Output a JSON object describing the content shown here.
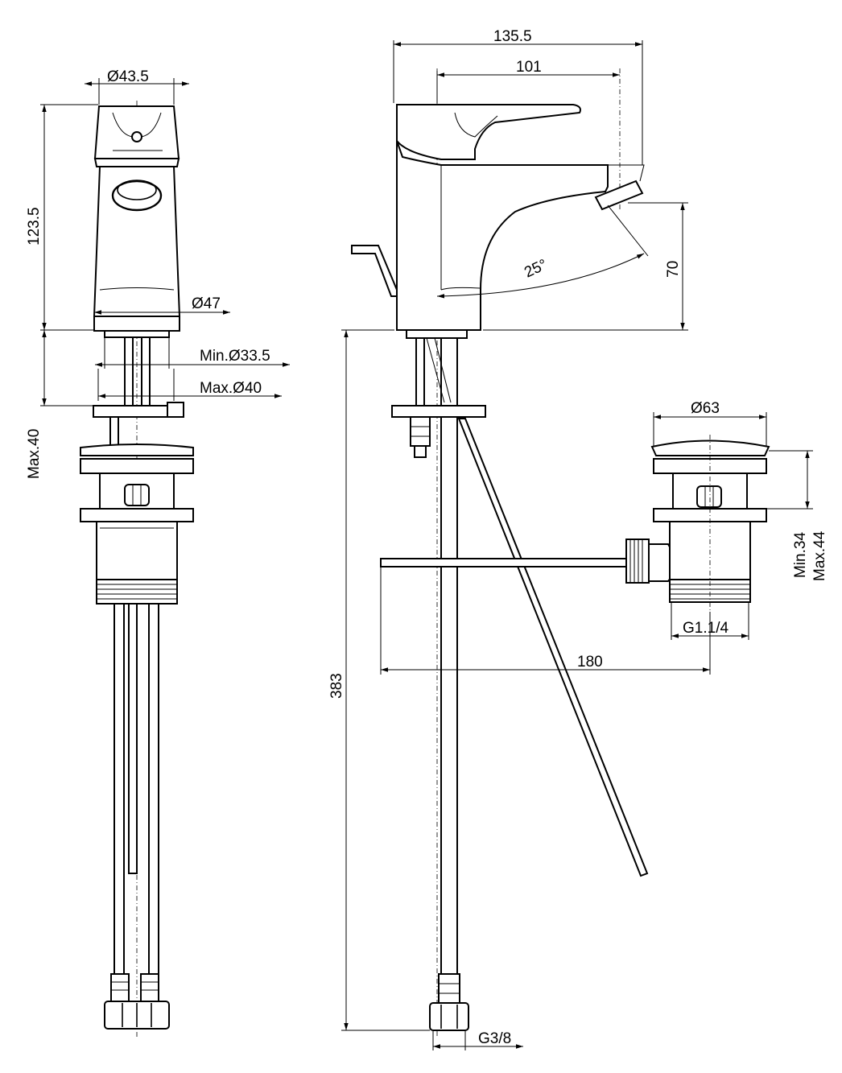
{
  "dimensions": {
    "front_top_diameter": "Ø43.5",
    "front_height": "123.5",
    "front_body_diameter": "Ø47",
    "hole_min": "Min.Ø33.5",
    "hole_max": "Max.Ø40",
    "deck_max_thickness": "Max.40",
    "total_length": "135.5",
    "spout_reach": "101",
    "spout_angle": "25°",
    "spout_height": "70",
    "waste_diameter": "Ø63",
    "waste_min": "Min.34",
    "waste_max": "Max.44",
    "waste_thread": "G1.1/4",
    "rod_length": "180",
    "hose_length": "383",
    "hose_thread": "G3/8"
  }
}
